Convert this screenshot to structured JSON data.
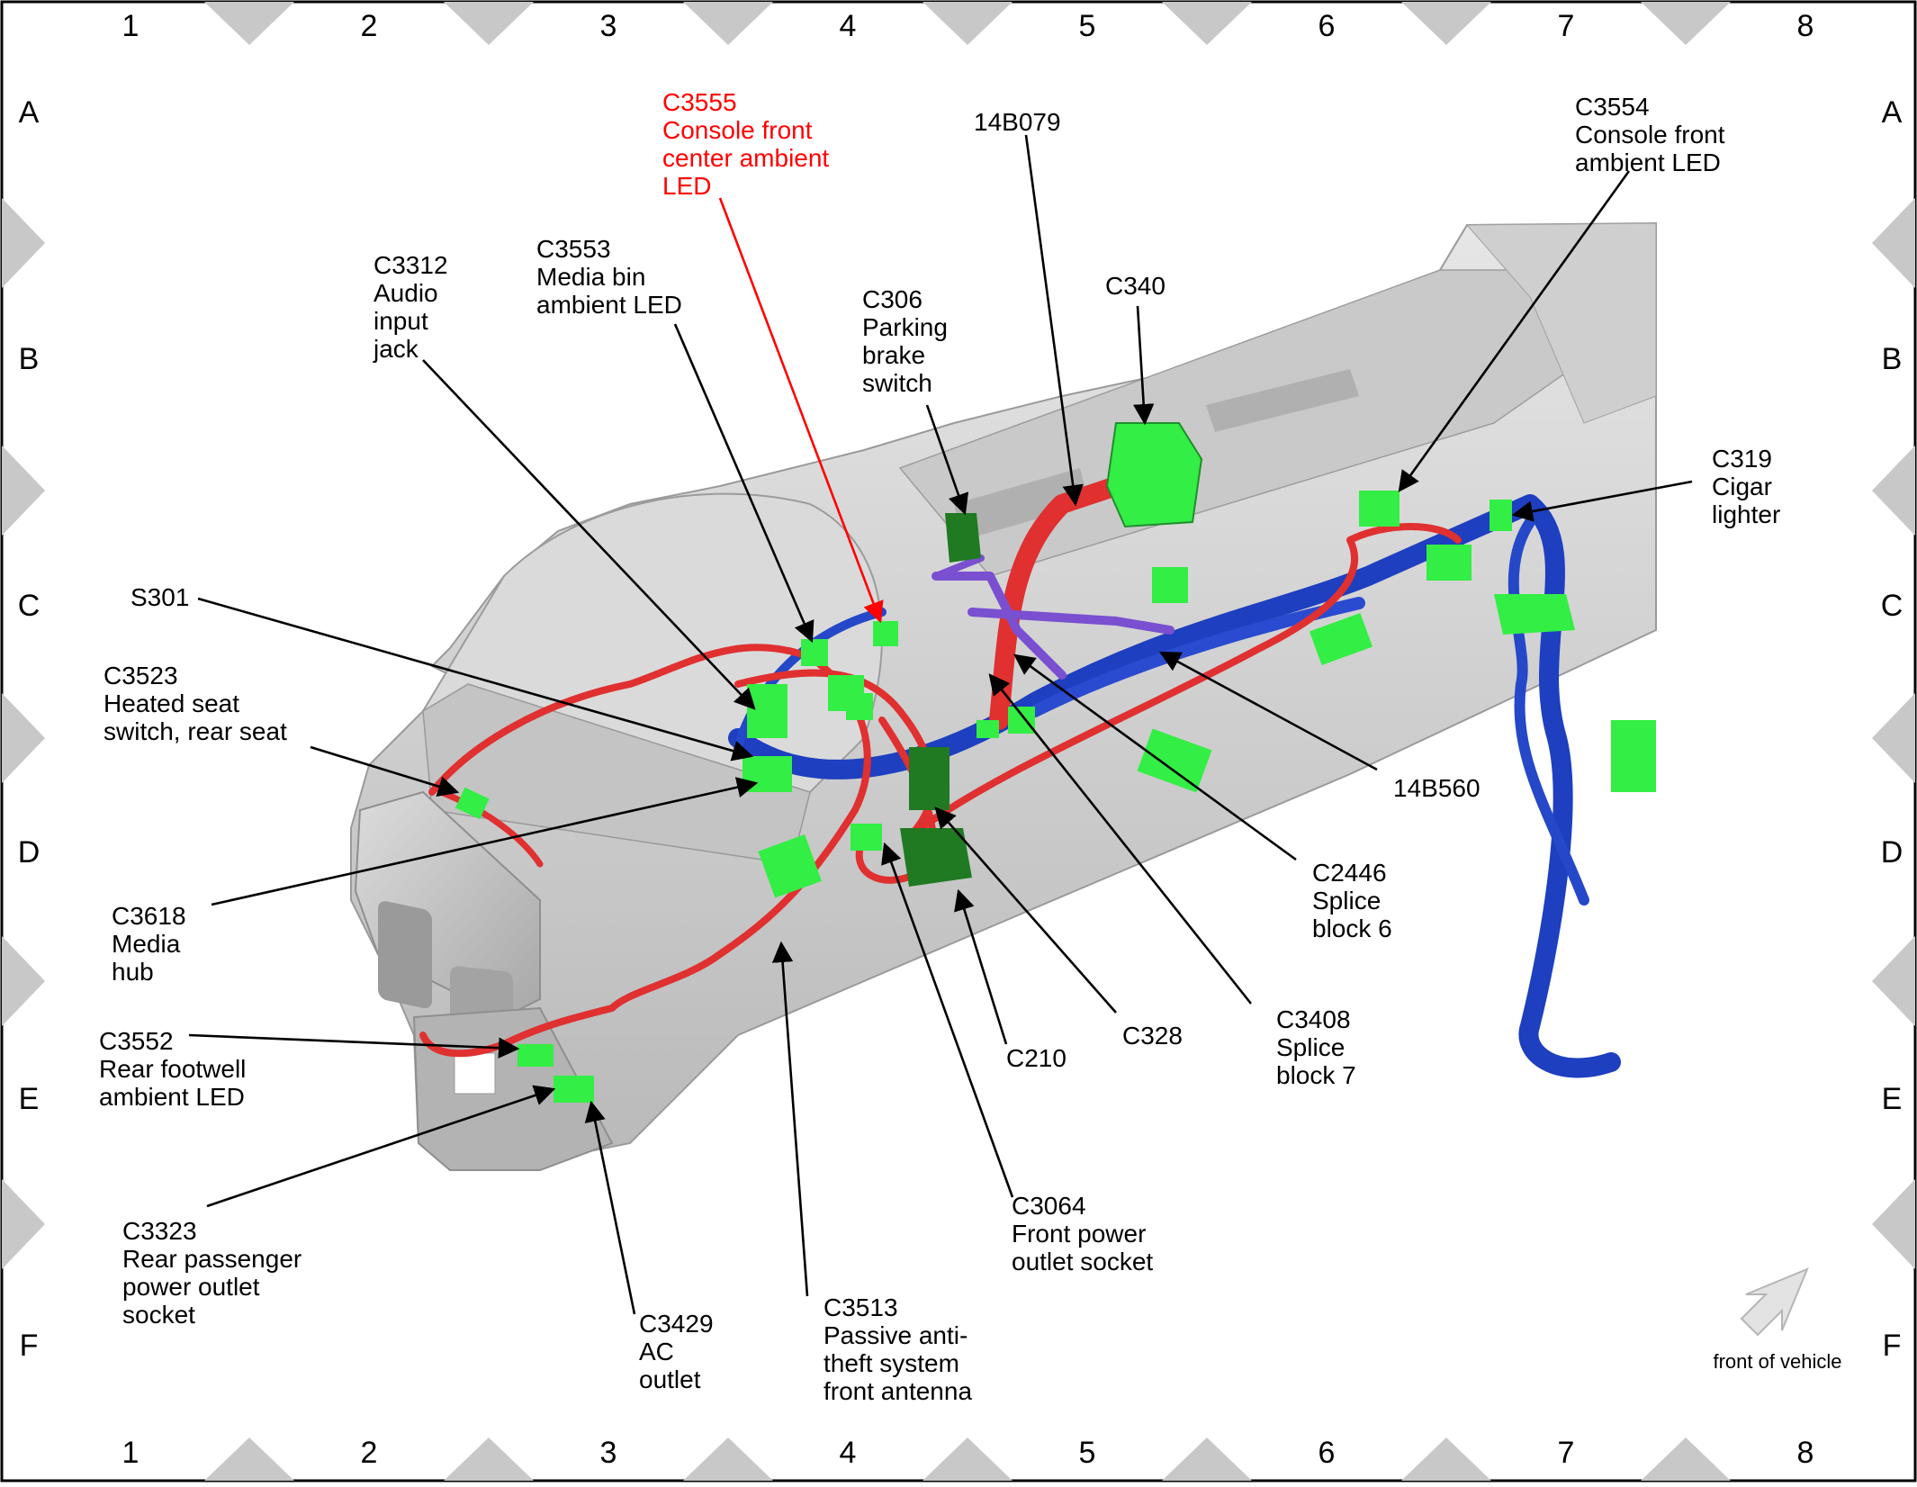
{
  "grid": {
    "columns": [
      "1",
      "2",
      "3",
      "4",
      "5",
      "6",
      "7",
      "8"
    ],
    "rows": [
      "A",
      "B",
      "C",
      "D",
      "E",
      "F"
    ]
  },
  "callouts": [
    {
      "id": "c3555",
      "lines": [
        "C3555",
        "Console front",
        "center ambient",
        "LED"
      ],
      "highlight": true
    },
    {
      "id": "14b079",
      "lines": [
        "14B079"
      ]
    },
    {
      "id": "c3554",
      "lines": [
        "C3554",
        "Console front",
        "ambient LED"
      ]
    },
    {
      "id": "c3312",
      "lines": [
        "C3312",
        "Audio",
        "input",
        "jack"
      ]
    },
    {
      "id": "c3553",
      "lines": [
        "C3553",
        "Media bin",
        "ambient LED"
      ]
    },
    {
      "id": "c306",
      "lines": [
        "C306",
        "Parking",
        "brake",
        "switch"
      ]
    },
    {
      "id": "c340",
      "lines": [
        "C340"
      ]
    },
    {
      "id": "c319",
      "lines": [
        "C319",
        "Cigar",
        "lighter"
      ]
    },
    {
      "id": "s301",
      "lines": [
        "S301"
      ]
    },
    {
      "id": "c3523",
      "lines": [
        "C3523",
        "Heated seat",
        "switch, rear seat"
      ]
    },
    {
      "id": "14b560",
      "lines": [
        "14B560"
      ]
    },
    {
      "id": "c3618",
      "lines": [
        "C3618",
        "Media",
        "hub"
      ]
    },
    {
      "id": "c2446",
      "lines": [
        "C2446",
        "Splice",
        "block 6"
      ]
    },
    {
      "id": "c328",
      "lines": [
        "C328"
      ]
    },
    {
      "id": "c210",
      "lines": [
        "C210"
      ]
    },
    {
      "id": "c3408",
      "lines": [
        "C3408",
        "Splice",
        "block 7"
      ]
    },
    {
      "id": "c3552",
      "lines": [
        "C3552",
        "Rear footwell",
        "ambient LED"
      ]
    },
    {
      "id": "c3323",
      "lines": [
        "C3323",
        "Rear passenger",
        "power outlet",
        "socket"
      ]
    },
    {
      "id": "c3064",
      "lines": [
        "C3064",
        "Front power",
        "outlet socket"
      ]
    },
    {
      "id": "c3429",
      "lines": [
        "C3429",
        "AC",
        "outlet"
      ]
    },
    {
      "id": "c3513",
      "lines": [
        "C3513",
        "Passive anti-",
        "theft system",
        "front antenna"
      ]
    }
  ],
  "orientation": {
    "label": "front of vehicle"
  },
  "colors": {
    "highlight": "#ff0000",
    "connector": "#33ee44",
    "connector_dark": "#1f7a22",
    "harness_red": "#e03030",
    "harness_blue": "#1d3fc0",
    "harness_purple": "#7a4fd0",
    "console": "#d2d2d2"
  }
}
